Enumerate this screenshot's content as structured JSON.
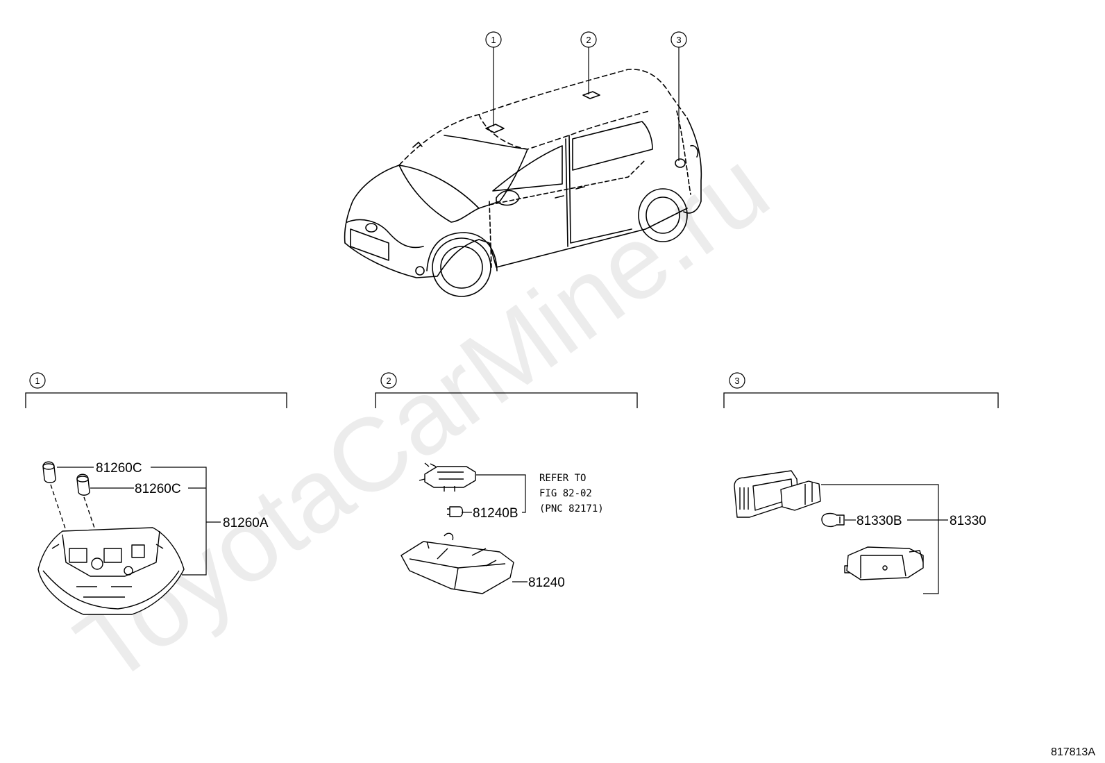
{
  "watermark": "ToyotaCarMine.ru",
  "figure_id": "817813A",
  "vehicle_callouts": [
    "1",
    "2",
    "3"
  ],
  "sections": [
    {
      "id": "1",
      "parts": [
        "81260C",
        "81260C",
        "81260A"
      ]
    },
    {
      "id": "2",
      "parts": [
        "81240B",
        "81240"
      ],
      "note": [
        "REFER TO",
        "FIG 82-02",
        "(PNC 82171)"
      ]
    },
    {
      "id": "3",
      "parts": [
        "81330B",
        "81330"
      ]
    }
  ]
}
